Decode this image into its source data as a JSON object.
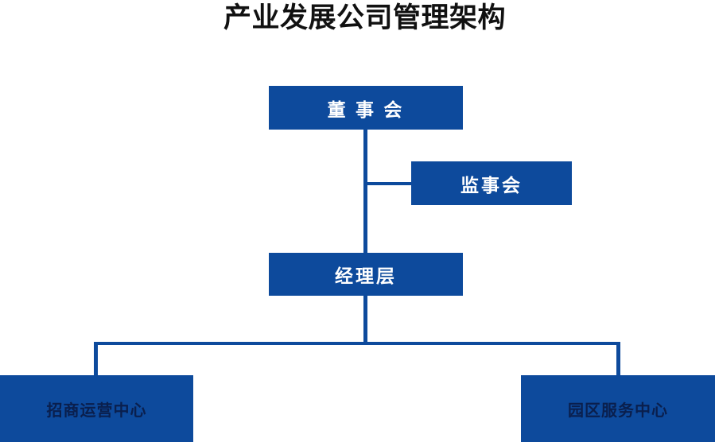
{
  "title": "产业发展公司管理架构",
  "colors": {
    "primary_blue": "#0d4a9c",
    "light_node_text": "#ffffff",
    "dark_node_text": "#0a1f4d",
    "title_text": "#111111",
    "background": "#ffffff"
  },
  "org_chart": {
    "nodes": {
      "board": {
        "label": "董 事 会"
      },
      "supervisory": {
        "label": "监事会"
      },
      "management": {
        "label": "经理层"
      },
      "investment_center": {
        "label": "招商运营中心"
      },
      "park_center": {
        "label": "园区服务中心"
      }
    }
  }
}
